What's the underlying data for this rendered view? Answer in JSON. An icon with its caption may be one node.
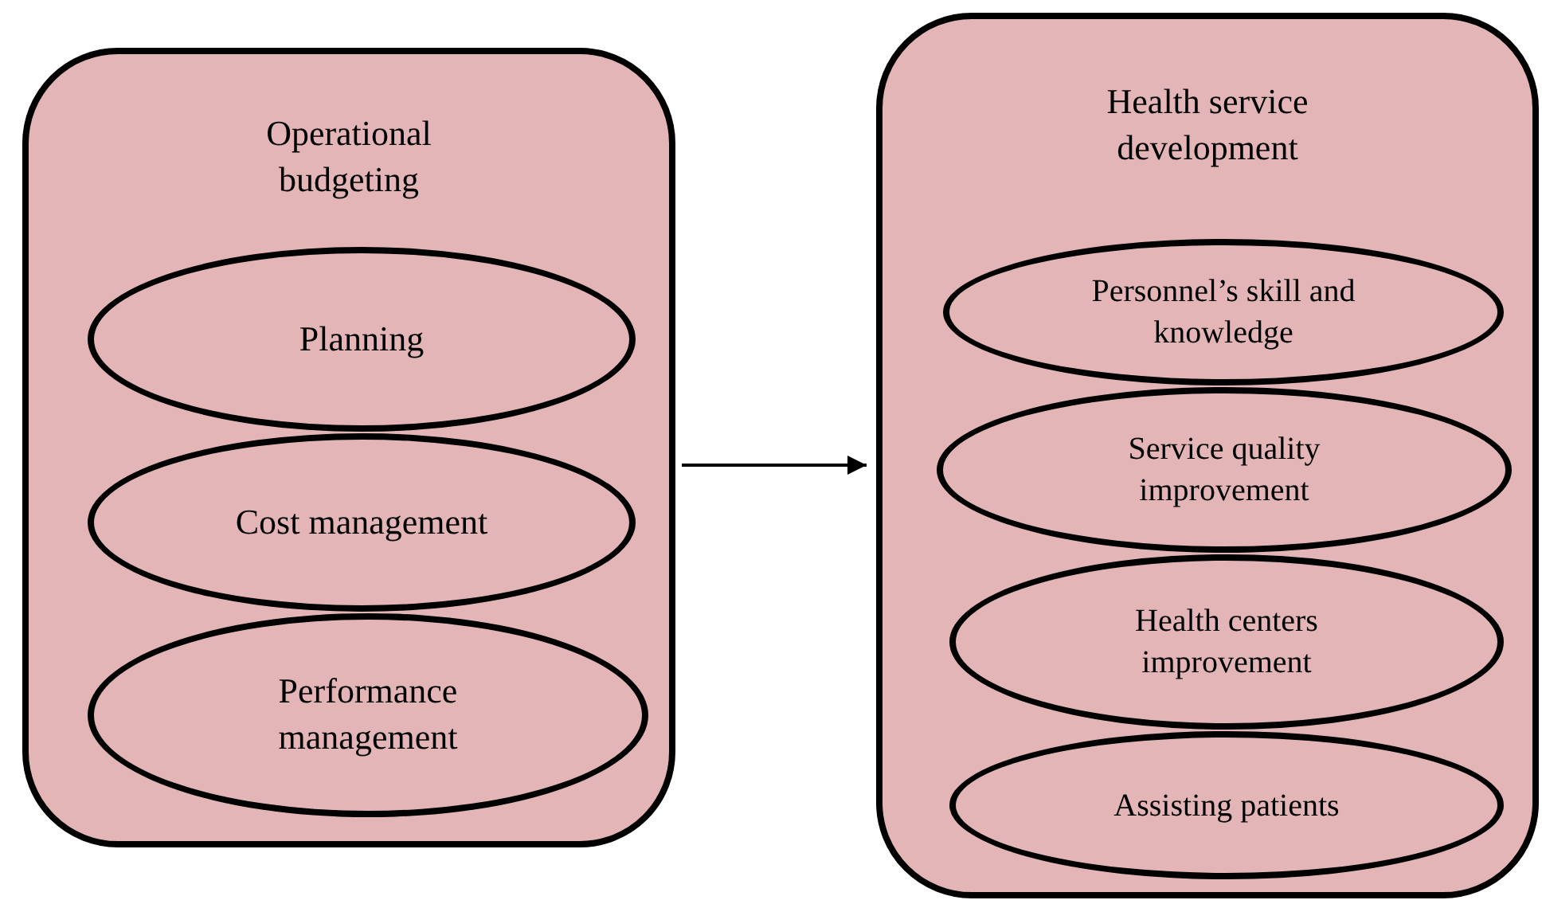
{
  "diagram": {
    "nodes": [
      {
        "text": [
          "Operational budgeting"
        ]
      },
      {
        "text": [
          "Planning"
        ],
        "in": 0
      },
      {
        "text": [
          "Cost management"
        ],
        "in": 0
      },
      {
        "text": [
          "Performance management"
        ],
        "in": 0
      },
      {
        "text": [
          "Health service development"
        ]
      },
      {
        "text": [
          "Personnel’s skill and knowledge"
        ],
        "in": 4
      },
      {
        "text": [
          "Service quality improvement"
        ],
        "in": 4
      },
      {
        "text": [
          "Health centers improvement"
        ],
        "in": 4
      },
      {
        "text": [
          "Assisting patients"
        ],
        "in": 4
      }
    ],
    "edges": [
      {
        "from": 0,
        "to": 4,
        "arrow": "to"
      }
    ]
  }
}
